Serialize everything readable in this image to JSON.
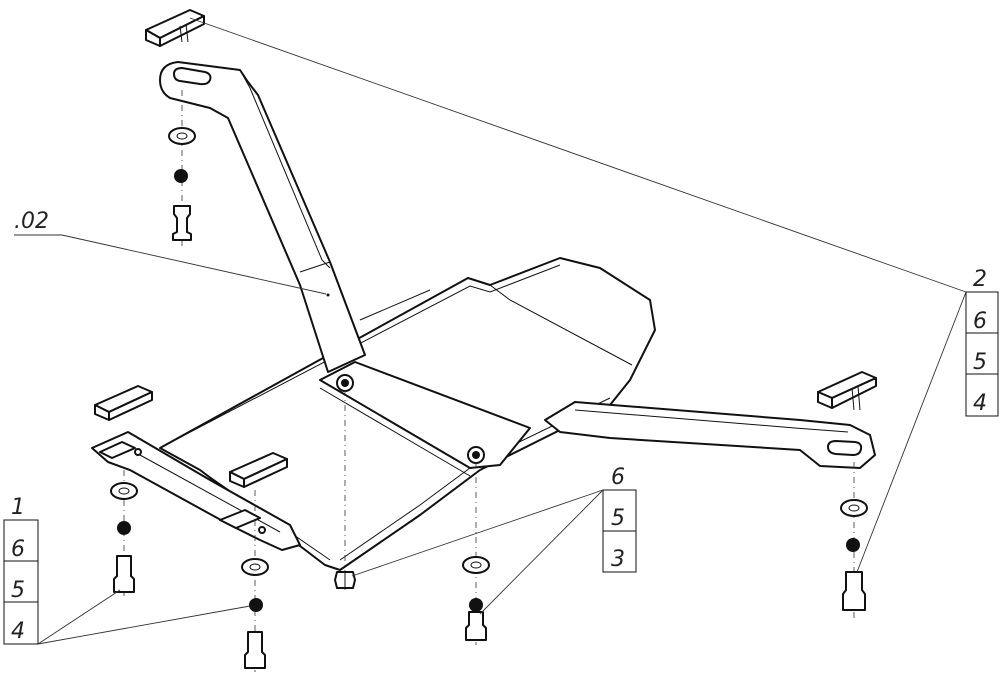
{
  "drawing": {
    "part_label": ".02",
    "callout_top_right": [
      "2",
      "6",
      "5",
      "4"
    ],
    "callout_left": [
      "1",
      "6",
      "5",
      "4"
    ],
    "callout_bottom_center": [
      "6",
      "5",
      "3"
    ]
  }
}
